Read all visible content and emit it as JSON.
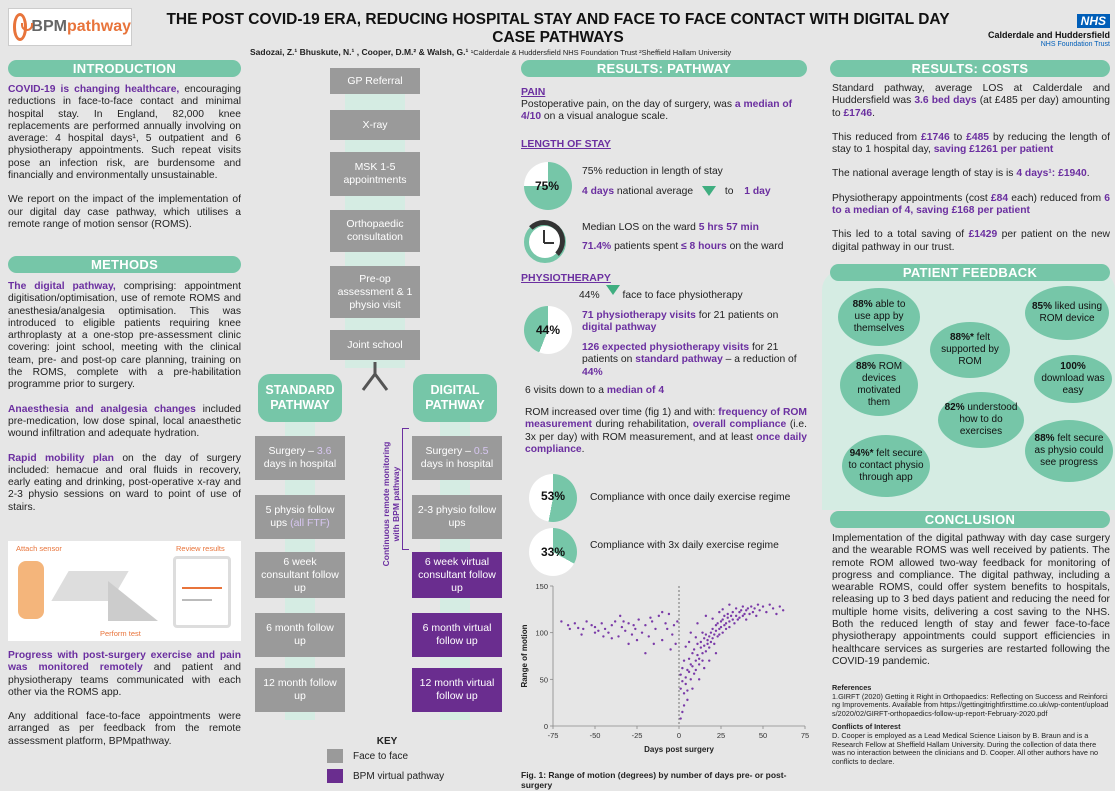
{
  "header": {
    "logo_text_1": "BPM",
    "logo_text_2": "pathway",
    "title_line1": "THE POST COVID-19 ERA, REDUCING HOSPITAL STAY AND FACE TO FACE CONTACT WITH DIGITAL DAY",
    "title_line2": "CASE PATHWAYS",
    "authors": "Sadozai, Z.¹ Bhuskute, N.¹ , Cooper, D.M.² & Walsh, G.¹",
    "affiliations": "¹Calderdale & Huddersfield NHS Foundation Trust ²Sheffield Hallam University",
    "nhs_badge": "NHS",
    "trust_name": "Calderdale and Huddersfield",
    "trust_sub": "NHS Foundation Trust"
  },
  "intro": {
    "heading": "INTRODUCTION",
    "p1_lead": "COVID-19 is changing healthcare,",
    "p1_rest": "encouraging reductions in face-to-face contact and minimal hospital stay. In England, 82,000 knee replacements are performed annually involving on average: 4 hospital days¹, 5 outpatient and 6 physiotherapy appointments. Such repeat visits pose an infection risk, are burdensome and financially and environmentally unsustainable.",
    "p2": "We report on the impact of the implementation of our digital day case pathway, which utilises a remote range of motion sensor (ROMS)."
  },
  "methods": {
    "heading": "METHODS",
    "p1_lead": "The digital pathway,",
    "p1_rest": "comprising: appointment digitisation/optimisation, use of remote ROMS and anesthesia/analgesia optimisation. This was introduced to eligible patients requiring knee arthroplasty at a one-stop pre-assessment clinic covering: joint school, meeting with the clinical team, pre- and post-op care planning, training on the ROMS, complete with a pre-habilitation programme prior to surgery.",
    "p2_lead": "Anaesthesia and analgesia changes",
    "p2_rest": "included pre-medication, low dose spinal, local anaesthetic wound infiltration and adequate hydration.",
    "p3_lead": "Rapid mobility plan",
    "p3_rest": "on the day of surgery included: hemacue and oral fluids in recovery, early eating and drinking, post-operative x-ray and 2-3 physio sessions on ward to point of use of stairs.",
    "img_label_attach": "Attach sensor",
    "img_label_review": "Review results",
    "img_label_perform": "Perform test",
    "p4_lead": "Progress with post-surgery exercise and pain was monitored remotely",
    "p4_rest": "and patient and physiotherapy teams communicated with each other via the ROMS app.",
    "p5": "Any additional face-to-face appointments were arranged as per feedback from the remote assessment platform, BPMpathway."
  },
  "flow": {
    "common": [
      "GP Referral",
      "X-ray",
      "MSK 1-5 appointments",
      "Orthopaedic consultation",
      "Pre-op assessment & 1 physio visit",
      "Joint school"
    ],
    "standard_heading": "STANDARD PATHWAY",
    "digital_heading": "DIGITAL PATHWAY",
    "standard": [
      {
        "pre": "Surgery – ",
        "hl": "3.6",
        "post": " days in hospital"
      },
      {
        "pre": "5 physio follow ups ",
        "hl": "(all FTF)",
        "post": ""
      },
      {
        "pre": "6 week consultant follow up",
        "hl": "",
        "post": ""
      },
      {
        "pre": "6 month follow up",
        "hl": "",
        "post": ""
      },
      {
        "pre": "12 month follow up",
        "hl": "",
        "post": ""
      }
    ],
    "digital": [
      {
        "pre": "Surgery – ",
        "hl": "0.5",
        "post": " days in hospital"
      },
      {
        "pre": "2-3 physio follow ups",
        "hl": "",
        "post": ""
      },
      {
        "pre": "6 week virtual consultant follow up",
        "hl": "",
        "post": ""
      },
      {
        "pre": "6 month virtual follow up",
        "hl": "",
        "post": ""
      },
      {
        "pre": "12 month virtual follow up",
        "hl": "",
        "post": ""
      }
    ],
    "monitor_label": "Continuous remote monitoring with BPM pathway",
    "key_title": "KEY",
    "key_f2f": "Face to face",
    "key_virtual": "BPM virtual pathway"
  },
  "results_pathway": {
    "heading": "RESULTS: PATHWAY",
    "pain_title": "PAIN",
    "pain_text_1": "Postoperative pain, on the day of surgery, was",
    "pain_hl": "a median of 4/10",
    "pain_text_2": "on a visual analogue scale.",
    "los_title": "LENGTH OF STAY",
    "los_pie": "75%",
    "los_line1": "75% reduction in length of stay",
    "los_nat_hl": "4 days",
    "los_nat": " national average",
    "los_to": "to",
    "los_day_hl": "1 day",
    "los_med_pre": "Median LOS on the ward ",
    "los_med_hl": "5 hrs 57 min",
    "los_pct_hl": "71.4%",
    "los_pct_mid": " patients spent ",
    "los_pct_hl2": "≤ 8 hours",
    "los_pct_post": " on the ward",
    "physio_title": "PHYSIOTHERAPY",
    "physio_pie": "44%",
    "physio_line1": "44%",
    "physio_line1b": "face to face physiotherapy",
    "physio_p2_hl": "71 physiotherapy visits",
    "physio_p2_mid": " for 21 patients on ",
    "physio_p2_hl2": "digital pathway",
    "physio_p3_hl": "126 expected physiotherapy visits",
    "physio_p3_mid": " for 21 patients on ",
    "physio_p3_hl2": "standard pathway",
    "physio_p3_post": " – a reduction of ",
    "physio_p3_hl3": "44%",
    "physio_p4_pre": "6 visits down to a ",
    "physio_p4_hl": "median of 4",
    "rom_text_pre": "ROM increased over time (fig 1) and with: ",
    "rom_hl1": "frequency of ROM measurement",
    "rom_mid": " during rehabilitation, ",
    "rom_hl2": "overall compliance",
    "rom_mid2": " (i.e. 3x per day) with ROM measurement, and at least ",
    "rom_hl3": "once daily compliance",
    "rom_end": ".",
    "comp1_pie": "53%",
    "comp1_text": "Compliance with once daily exercise regime",
    "comp2_pie": "33%",
    "comp2_text": "Compliance with 3x daily exercise regime",
    "fig_caption": "Fig. 1: Range of motion (degrees) by number of days pre- or post-surgery"
  },
  "chart_data": {
    "type": "scatter",
    "xlabel": "Days post surgery",
    "ylabel": "Range of motion",
    "xlim": [
      -75,
      75
    ],
    "ylim": [
      0,
      150
    ],
    "xticks": [
      -75,
      -50,
      -25,
      0,
      25,
      50,
      75
    ],
    "yticks": [
      0,
      50,
      100,
      150
    ],
    "color": "#7a3aa8",
    "series": [
      {
        "points": [
          [
            -70,
            112
          ],
          [
            -66,
            108
          ],
          [
            -62,
            110
          ],
          [
            -60,
            105
          ],
          [
            -57,
            104
          ],
          [
            -55,
            112
          ],
          [
            -52,
            108
          ],
          [
            -50,
            106
          ],
          [
            -48,
            102
          ],
          [
            -46,
            110
          ],
          [
            -44,
            104
          ],
          [
            -42,
            100
          ],
          [
            -40,
            108
          ],
          [
            -38,
            112
          ],
          [
            -36,
            96
          ],
          [
            -34,
            106
          ],
          [
            -32,
            102
          ],
          [
            -30,
            110
          ],
          [
            -28,
            98
          ],
          [
            -26,
            104
          ],
          [
            -24,
            114
          ],
          [
            -22,
            100
          ],
          [
            -20,
            108
          ],
          [
            -18,
            96
          ],
          [
            -16,
            112
          ],
          [
            -14,
            104
          ],
          [
            -12,
            118
          ],
          [
            -10,
            92
          ],
          [
            -8,
            110
          ],
          [
            -6,
            120
          ],
          [
            -4,
            98
          ],
          [
            -3,
            108
          ],
          [
            -2,
            88
          ],
          [
            -1,
            112
          ],
          [
            -58,
            98
          ],
          [
            -45,
            96
          ],
          [
            -35,
            118
          ],
          [
            -25,
            92
          ],
          [
            -15,
            88
          ],
          [
            -10,
            122
          ],
          [
            -20,
            78
          ],
          [
            -30,
            88
          ],
          [
            -40,
            94
          ],
          [
            -50,
            100
          ],
          [
            -65,
            104
          ],
          [
            -33,
            112
          ],
          [
            -27,
            108
          ],
          [
            -17,
            116
          ],
          [
            -7,
            104
          ],
          [
            -5,
            82
          ],
          [
            1,
            40
          ],
          [
            1,
            55
          ],
          [
            2,
            48
          ],
          [
            2,
            62
          ],
          [
            3,
            35
          ],
          [
            3,
            70
          ],
          [
            4,
            52
          ],
          [
            4,
            45
          ],
          [
            5,
            60
          ],
          [
            5,
            38
          ],
          [
            6,
            72
          ],
          [
            6,
            58
          ],
          [
            7,
            50
          ],
          [
            7,
            66
          ],
          [
            8,
            64
          ],
          [
            8,
            78
          ],
          [
            9,
            56
          ],
          [
            9,
            82
          ],
          [
            10,
            70
          ],
          [
            10,
            60
          ],
          [
            11,
            76
          ],
          [
            11,
            88
          ],
          [
            12,
            66
          ],
          [
            12,
            72
          ],
          [
            13,
            84
          ],
          [
            13,
            90
          ],
          [
            14,
            78
          ],
          [
            14,
            70
          ],
          [
            15,
            86
          ],
          [
            15,
            94
          ],
          [
            16,
            80
          ],
          [
            16,
            98
          ],
          [
            17,
            88
          ],
          [
            17,
            92
          ],
          [
            18,
            96
          ],
          [
            18,
            84
          ],
          [
            19,
            100
          ],
          [
            19,
            90
          ],
          [
            20,
            94
          ],
          [
            20,
            104
          ],
          [
            21,
            98
          ],
          [
            21,
            88
          ],
          [
            22,
            102
          ],
          [
            22,
            108
          ],
          [
            23,
            96
          ],
          [
            23,
            110
          ],
          [
            24,
            104
          ],
          [
            24,
            98
          ],
          [
            25,
            112
          ],
          [
            25,
            106
          ],
          [
            26,
            100
          ],
          [
            26,
            114
          ],
          [
            27,
            108
          ],
          [
            27,
            118
          ],
          [
            28,
            110
          ],
          [
            28,
            104
          ],
          [
            29,
            116
          ],
          [
            29,
            120
          ],
          [
            30,
            112
          ],
          [
            30,
            106
          ],
          [
            31,
            118
          ],
          [
            32,
            114
          ],
          [
            32,
            122
          ],
          [
            33,
            110
          ],
          [
            34,
            118
          ],
          [
            34,
            126
          ],
          [
            35,
            114
          ],
          [
            36,
            122
          ],
          [
            36,
            116
          ],
          [
            37,
            124
          ],
          [
            38,
            118
          ],
          [
            38,
            128
          ],
          [
            39,
            120
          ],
          [
            40,
            124
          ],
          [
            40,
            114
          ],
          [
            41,
            126
          ],
          [
            42,
            120
          ],
          [
            43,
            128
          ],
          [
            44,
            122
          ],
          [
            45,
            126
          ],
          [
            46,
            118
          ],
          [
            47,
            130
          ],
          [
            48,
            124
          ],
          [
            50,
            128
          ],
          [
            52,
            122
          ],
          [
            54,
            130
          ],
          [
            56,
            126
          ],
          [
            58,
            120
          ],
          [
            60,
            128
          ],
          [
            62,
            124
          ],
          [
            3,
            22
          ],
          [
            5,
            28
          ],
          [
            2,
            15
          ],
          [
            8,
            40
          ],
          [
            12,
            50
          ],
          [
            15,
            62
          ],
          [
            18,
            70
          ],
          [
            22,
            78
          ],
          [
            6,
            90
          ],
          [
            10,
            95
          ],
          [
            4,
            85
          ],
          [
            14,
            100
          ],
          [
            20,
            115
          ],
          [
            26,
            125
          ],
          [
            30,
            130
          ],
          [
            1,
            8
          ],
          [
            7,
            100
          ],
          [
            11,
            110
          ],
          [
            16,
            118
          ],
          [
            24,
            122
          ]
        ]
      }
    ]
  },
  "results_costs": {
    "heading": "RESULTS: COSTS",
    "c1_pre": "Standard pathway, average LOS at Calderdale and Huddersfield was ",
    "c1_hl": "3.6 bed days",
    "c1_mid": " (at £485 per day) amounting to ",
    "c1_hl2": "£1746",
    "c1_end": ".",
    "c2_pre": "This reduced from ",
    "c2_hl1": "£1746",
    "c2_mid": " to ",
    "c2_hl2": "£485",
    "c2_mid2": " by reducing the length of stay to 1 hospital day, ",
    "c2_hl3": "saving £1261 per patient",
    "c3_pre": "The national average length of stay is is ",
    "c3_hl": "4 days¹: £1940",
    "c3_end": ".",
    "c4_pre": "Physiotherapy appointments (cost ",
    "c4_hl": "£84",
    "c4_mid": " each) reduced from ",
    "c4_hl2": "6 to a median of 4, saving £168 per patient",
    "c5_pre": "This led to a total saving of ",
    "c5_hl": "£1429",
    "c5_end": " per patient on the new digital pathway in our trust."
  },
  "feedback": {
    "heading": "PATIENT FEEDBACK",
    "b1_hl": "88%",
    "b1": " able to use app by themselves",
    "b2_hl": "85%",
    "b2": " liked using ROM device",
    "b3_hl": "88%*",
    "b3": " felt supported by ROM",
    "b4_hl": "88%",
    "b4": " ROM devices motivated them",
    "b5_hl": "100%",
    "b5": " download was easy",
    "b6_hl": "82%",
    "b6": " understood how to do exercises",
    "b7_hl": "94%*",
    "b7": " felt secure to contact physio through app",
    "b8_hl": "88%",
    "b8": " felt secure as physio could see progress"
  },
  "conclusion": {
    "heading": "CONCLUSION",
    "text": "Implementation of the digital pathway with day case surgery and the wearable ROMS was well received by patients. The remote ROM allowed two-way feedback for monitoring of progress and compliance. The digital pathway, including a wearable ROMS, could offer system benefits to hospitals, releasing up to 3 bed days patient and reducing the need for multiple home visits, delivering a cost saving to the NHS. Both the reduced length of stay and fewer face-to-face physiotherapy appointments could support efficiencies in healthcare services as surgeries are restarted following the COVID-19 pandemic.",
    "ref_title": "References",
    "ref_text": "1.GIRFT (2020) Getting it Right in Orthopaedics: Reflecting on Success and Reinforcing Improvements. Available from https://gettingitrightfirsttime.co.uk/wp-content/uploads/2020/02/GIRFT-orthopaedics-follow-up-report-February-2020.pdf",
    "coi_title": "Conflicts of Interest",
    "coi_text": "D. Cooper is employed as a Lead Medical Science Liaison by B. Braun and is a Research Fellow at Sheffield Hallam University. During the collection of data there was no interaction between the clinicians and D. Cooper. All other authors have no conflicts to declare."
  }
}
